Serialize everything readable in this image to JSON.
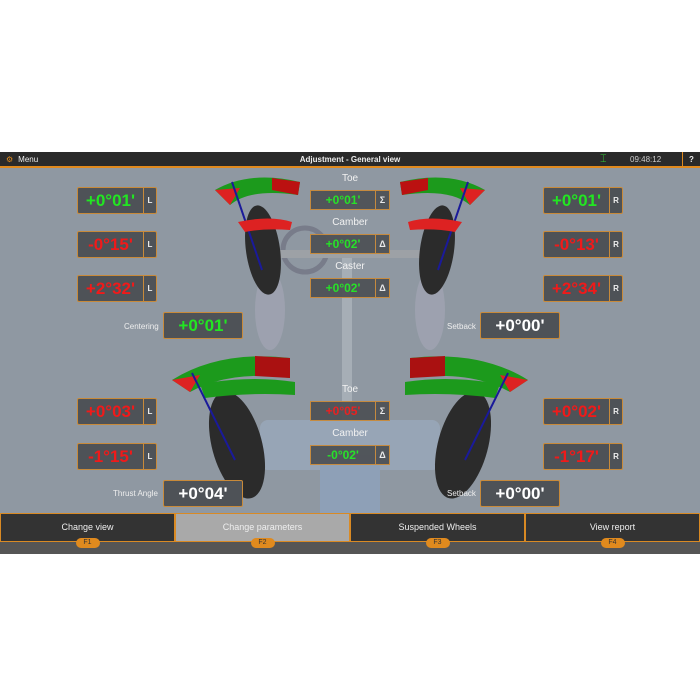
{
  "topbar": {
    "menu": "Menu",
    "title": "Adjustment - General view",
    "time": "09:48:12",
    "help": "?"
  },
  "front": {
    "left": [
      {
        "value": "+0°01'",
        "side": "L",
        "color": "#22e622"
      },
      {
        "value": "-0°15'",
        "side": "L",
        "color": "#f01a1a"
      },
      {
        "value": "+2°32'",
        "side": "L",
        "color": "#f01a1a"
      }
    ],
    "right": [
      {
        "value": "+0°01'",
        "side": "R",
        "color": "#22e622"
      },
      {
        "value": "-0°13'",
        "side": "R",
        "color": "#f01a1a"
      },
      {
        "value": "+2°34'",
        "side": "R",
        "color": "#f01a1a"
      }
    ],
    "center": [
      {
        "label": "Toe",
        "value": "+0°01'",
        "symbol": "Σ"
      },
      {
        "label": "Camber",
        "value": "+0°02'",
        "symbol": "Δ"
      },
      {
        "label": "Caster",
        "value": "+0°02'",
        "symbol": "Δ"
      }
    ],
    "centering": {
      "label": "Centering",
      "value": "+0°01'"
    },
    "setback": {
      "label": "Setback",
      "value": "+0°00'"
    }
  },
  "rear": {
    "left": [
      {
        "value": "+0°03'",
        "side": "L"
      },
      {
        "value": "-1°15'",
        "side": "L"
      }
    ],
    "right": [
      {
        "value": "+0°02'",
        "side": "R"
      },
      {
        "value": "-1°17'",
        "side": "R"
      }
    ],
    "center": [
      {
        "label": "Toe",
        "value": "+0°05'",
        "symbol": "Σ"
      },
      {
        "label": "Camber",
        "value": "-0°02'",
        "symbol": "Δ"
      }
    ],
    "thrust": {
      "label": "Thrust Angle",
      "value": "+0°04'"
    },
    "setback": {
      "label": "Setback",
      "value": "+0°00'"
    }
  },
  "functions": [
    {
      "label": "Change view",
      "key": "F1"
    },
    {
      "label": "Change parameters",
      "key": "F2",
      "active": true
    },
    {
      "label": "Suspended Wheels",
      "key": "F3"
    },
    {
      "label": "View report",
      "key": "F4"
    }
  ]
}
